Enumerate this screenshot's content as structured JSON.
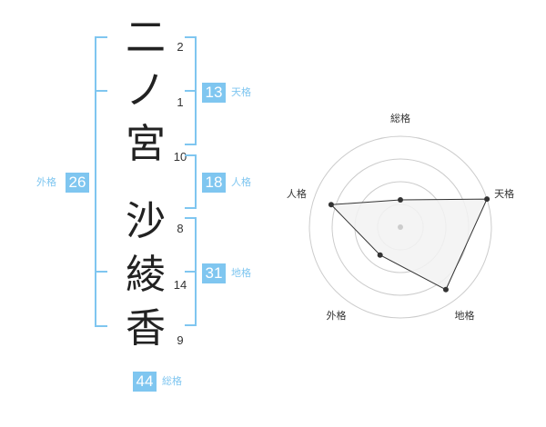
{
  "name": {
    "chars": [
      {
        "char": "二",
        "strokes": "2"
      },
      {
        "char": "ノ",
        "strokes": "1"
      },
      {
        "char": "宮",
        "strokes": "10"
      },
      {
        "char": "沙",
        "strokes": "8"
      },
      {
        "char": "綾",
        "strokes": "14"
      },
      {
        "char": "香",
        "strokes": "9"
      }
    ]
  },
  "fortune": {
    "tenkaku": {
      "value": "13",
      "label": "天格"
    },
    "jinkaku": {
      "value": "18",
      "label": "人格"
    },
    "chikaku": {
      "value": "31",
      "label": "地格"
    },
    "gaikaku": {
      "value": "26",
      "label": "外格"
    },
    "soukaku": {
      "value": "44",
      "label": "総格"
    }
  },
  "colors": {
    "accent": "#7fc6f0",
    "text": "#222222",
    "grid": "#cccccc",
    "fill": "#f2f2f2"
  },
  "chart_data": {
    "type": "radar",
    "axes": [
      "総格",
      "天格",
      "地格",
      "外格",
      "人格"
    ],
    "values": [
      0.3,
      1.0,
      0.85,
      0.38,
      0.8
    ],
    "range": [
      0,
      1
    ],
    "rings": 4
  }
}
